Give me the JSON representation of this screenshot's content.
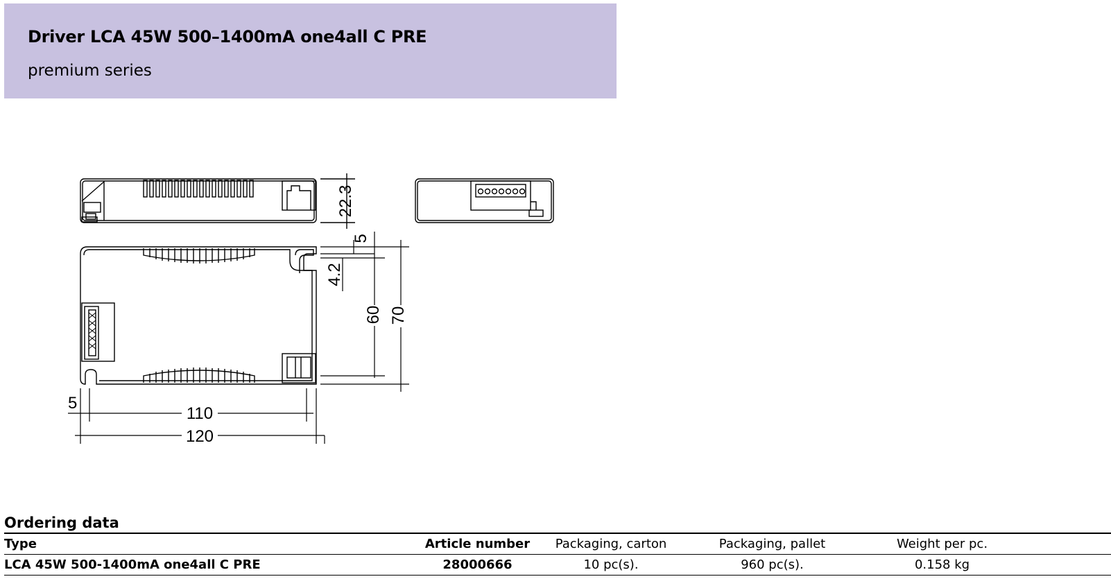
{
  "header": {
    "title": "Driver LCA 45W 500–1400mA one4all C PRE",
    "subtitle": "premium series"
  },
  "drawing": {
    "dimensions": {
      "height": "22.3",
      "terminal_offset": "5",
      "hole_offset": "4.2",
      "inner_width": "60",
      "outer_width": "70",
      "left_offset": "5",
      "mount_length": "110",
      "total_length": "120"
    }
  },
  "ordering": {
    "title": "Ordering data",
    "columns": [
      "Type",
      "Article number",
      "Packaging, carton",
      "Packaging, pallet",
      "Weight per pc."
    ],
    "rows": [
      [
        "LCA 45W 500-1400mA one4all C PRE",
        "28000666",
        "10 pc(s).",
        "960 pc(s).",
        "0.158 kg"
      ]
    ]
  }
}
